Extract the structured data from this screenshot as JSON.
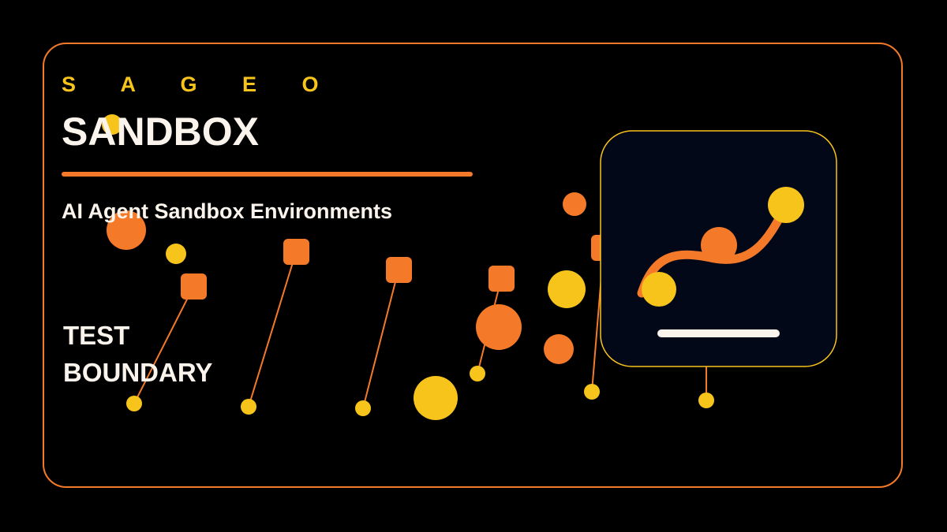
{
  "header": {
    "brand": "S A G E O",
    "title": "SANDBOX",
    "subtitle": "AI Agent Sandbox Environments"
  },
  "labels": {
    "line1": "TEST",
    "line2": "BOUNDARY"
  },
  "illustration": {
    "icon": "agent-path-card-icon"
  },
  "colors": {
    "background": "#000000",
    "accent_orange": "#f47a2a",
    "accent_yellow": "#f7c41c",
    "text": "#fbf4ec",
    "card": "#030818"
  }
}
